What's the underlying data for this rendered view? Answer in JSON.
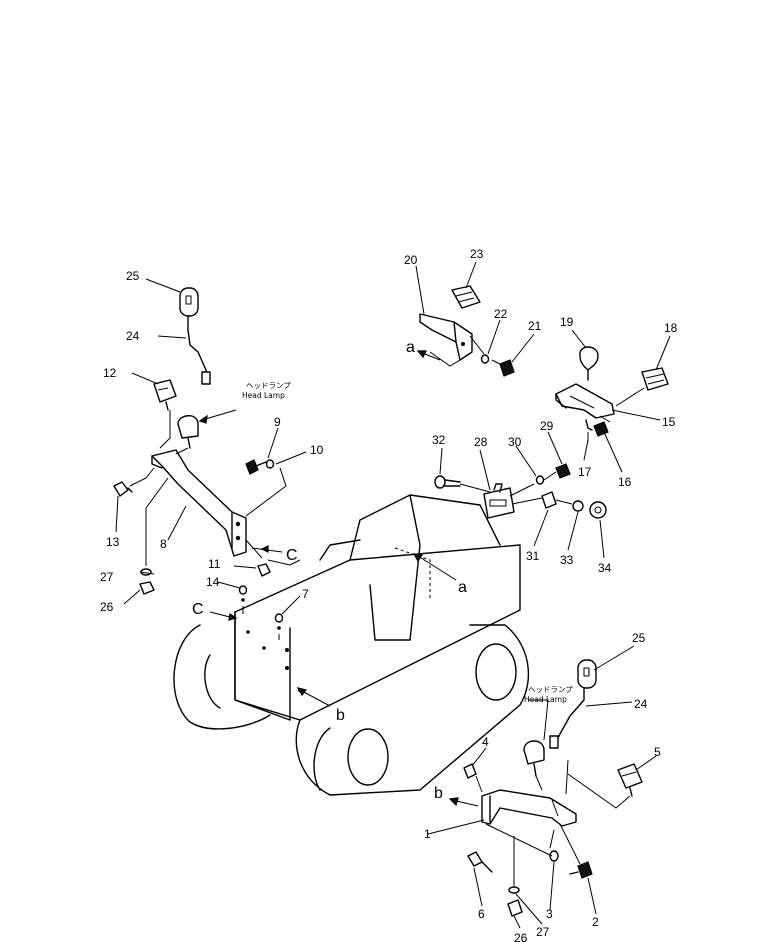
{
  "labels": {
    "p1": "1",
    "p2": "2",
    "p3": "3",
    "p4": "4",
    "p5": "5",
    "p6": "6",
    "p7": "7",
    "p8": "8",
    "p9": "9",
    "p10": "10",
    "p11": "11",
    "p12": "12",
    "p13": "13",
    "p14": "14",
    "p15": "15",
    "p16": "16",
    "p17": "17",
    "p18": "18",
    "p19": "19",
    "p20": "20",
    "p21": "21",
    "p22": "22",
    "p23": "23",
    "p24a": "24",
    "p24b": "24",
    "p25a": "25",
    "p25b": "25",
    "p26a": "26",
    "p26b": "26",
    "p27a": "27",
    "p27b": "27",
    "p28": "28",
    "p29": "29",
    "p30": "30",
    "p31": "31",
    "p32": "32",
    "p33": "33",
    "p34": "34"
  },
  "refs": {
    "a_top": "a",
    "a_body": "a",
    "b_body": "b",
    "b_bracket": "b",
    "c_left": "C",
    "c_bracket": "C"
  },
  "callouts": {
    "headlamp_jp": "ヘッドランプ",
    "headlamp_en": "Head Lamp"
  }
}
